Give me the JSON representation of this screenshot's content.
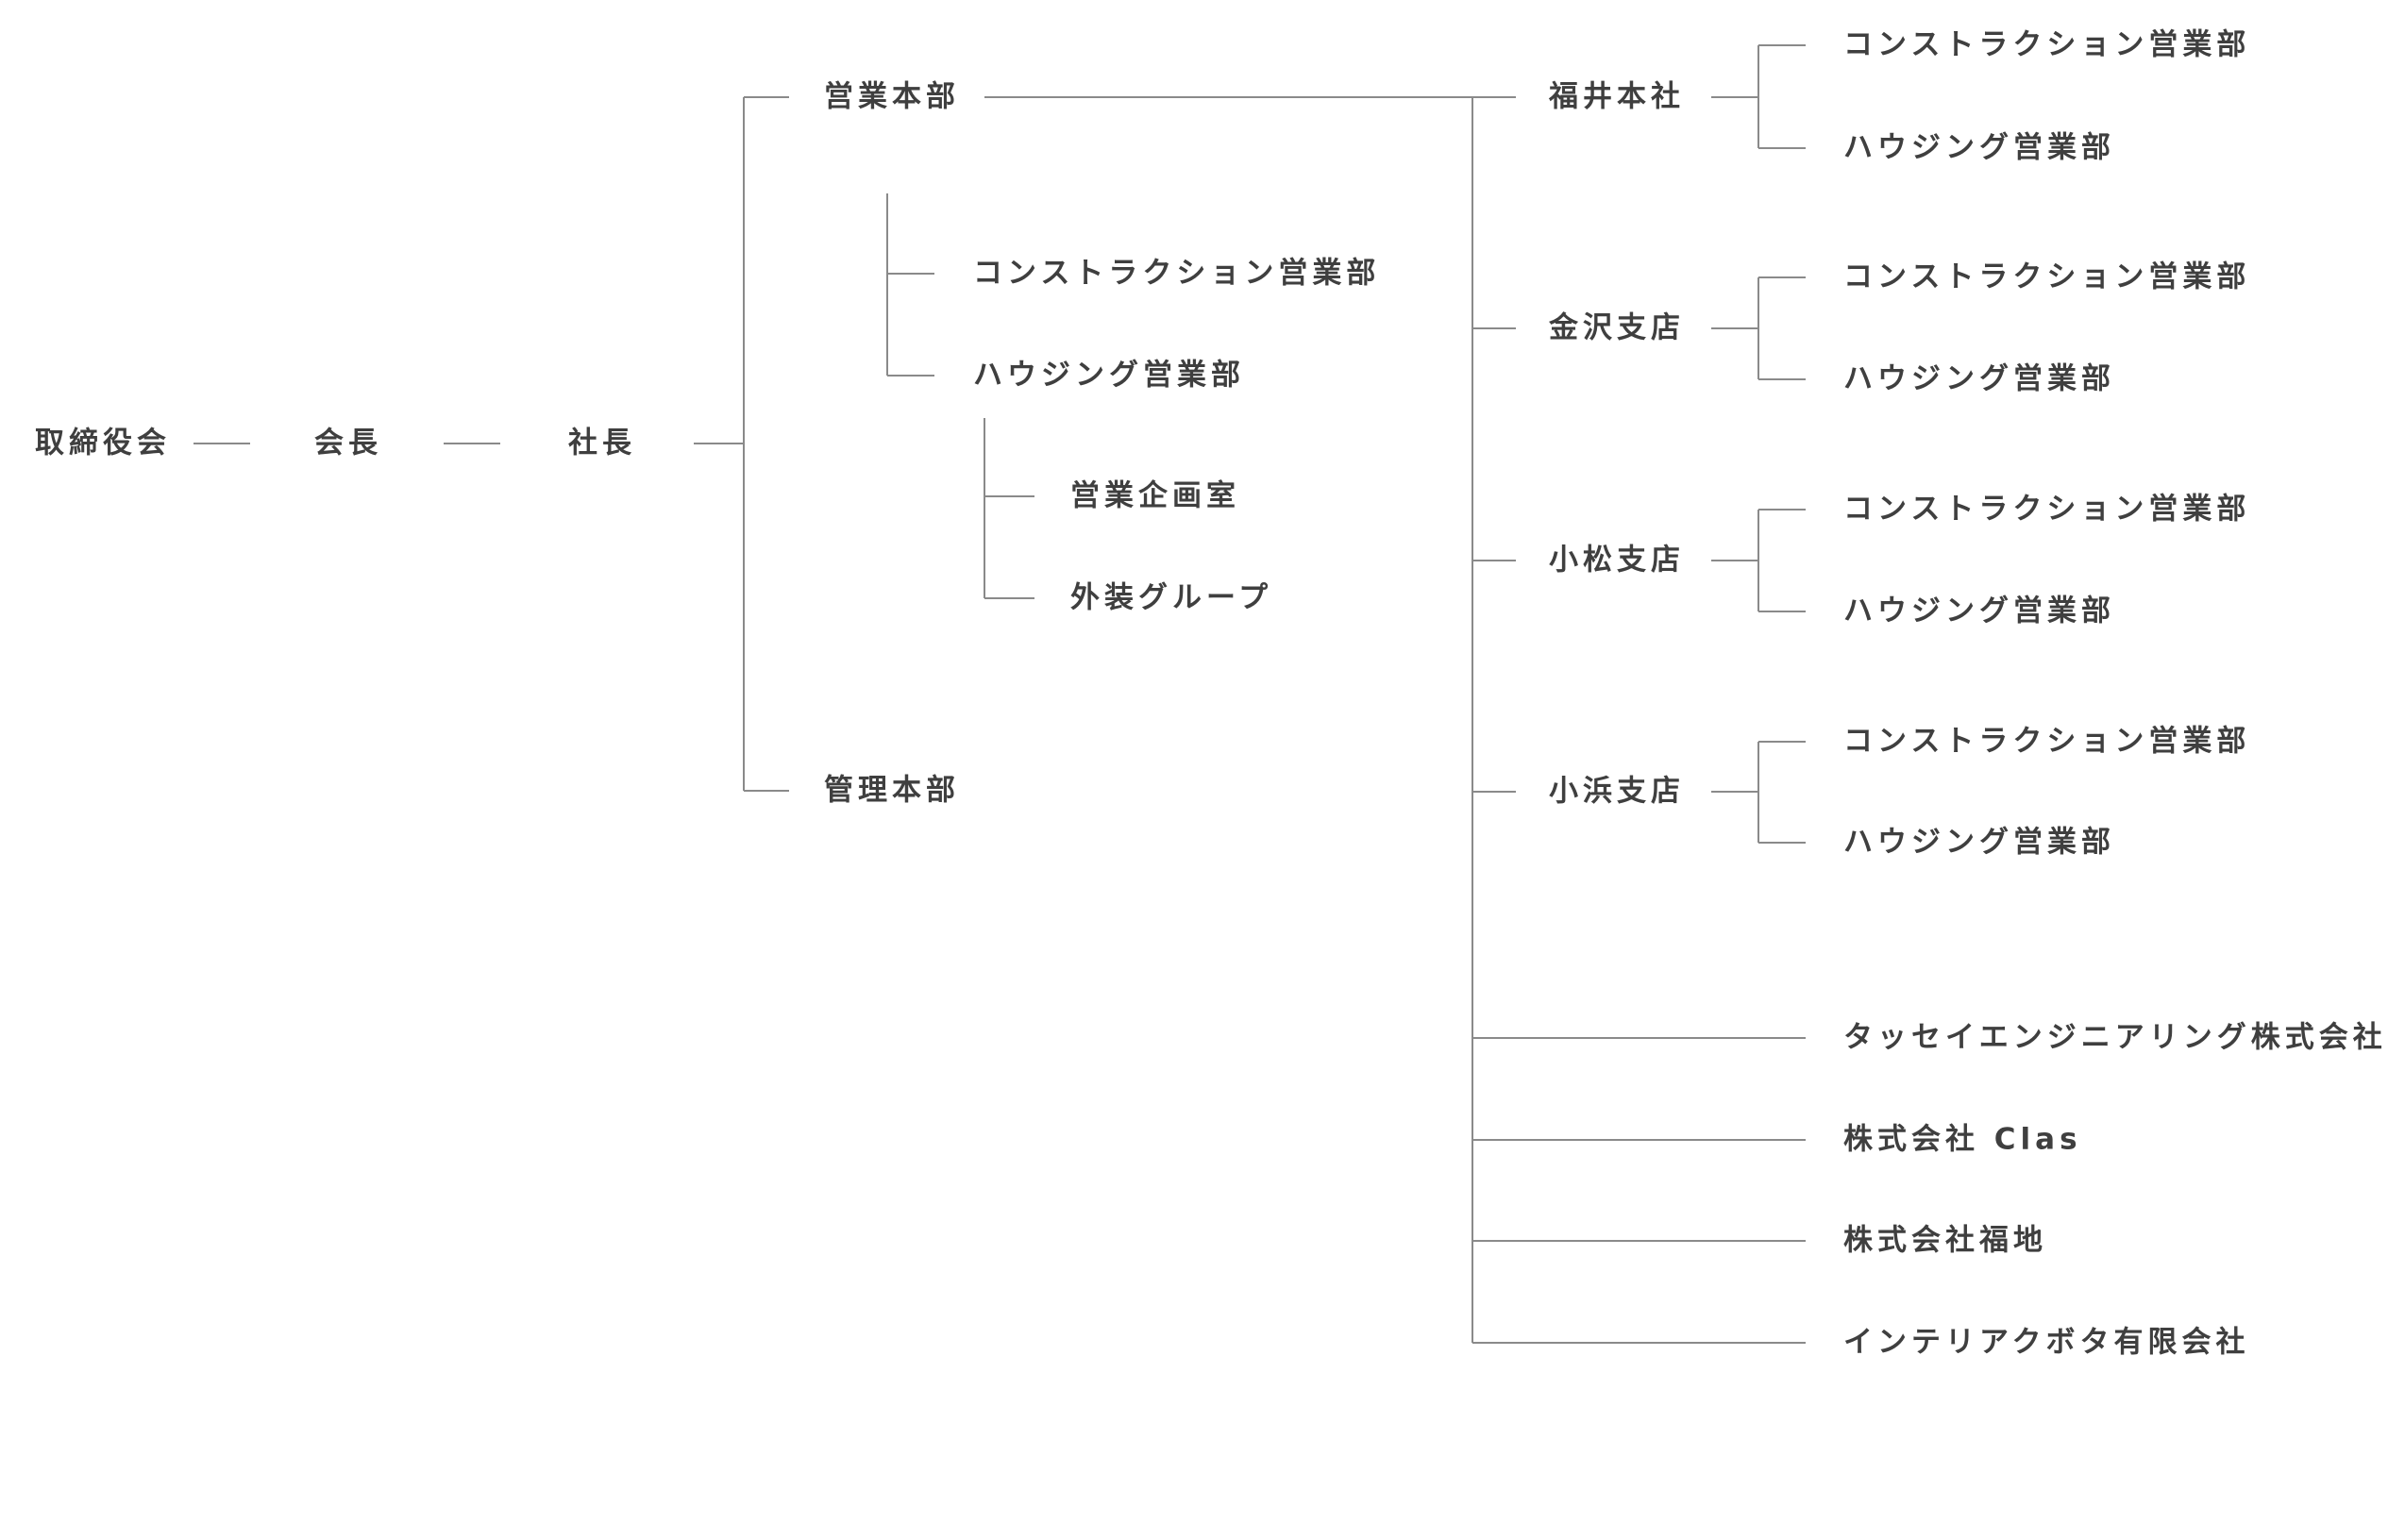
{
  "org_chart": {
    "board": "取締役会",
    "chairman": "会長",
    "president": "社長",
    "sales_hq": {
      "label": "営業本部",
      "departments": {
        "construction": "コンストラクション営業部",
        "housing": "ハウジング営業部"
      },
      "housing_groups": {
        "planning": "営業企画室",
        "exterior": "外装グループ"
      }
    },
    "admin_hq": "管理本部",
    "branches": [
      {
        "name": "福井本社",
        "departments": [
          "コンストラクション営業部",
          "ハウジング営業部"
        ]
      },
      {
        "name": "金沢支店",
        "departments": [
          "コンストラクション営業部",
          "ハウジング営業部"
        ]
      },
      {
        "name": "小松支店",
        "departments": [
          "コンストラクション営業部",
          "ハウジング営業部"
        ]
      },
      {
        "name": "小浜支店",
        "departments": [
          "コンストラクション営業部",
          "ハウジング営業部"
        ]
      }
    ],
    "affiliates": [
      "タッセイエンジニアリング株式会社",
      "株式会社 Clas",
      "株式会社福地",
      "インテリアクボタ有限会社"
    ]
  },
  "colors": {
    "text": "#3f3f3f",
    "line": "#8a8a8a",
    "background": "#ffffff"
  }
}
